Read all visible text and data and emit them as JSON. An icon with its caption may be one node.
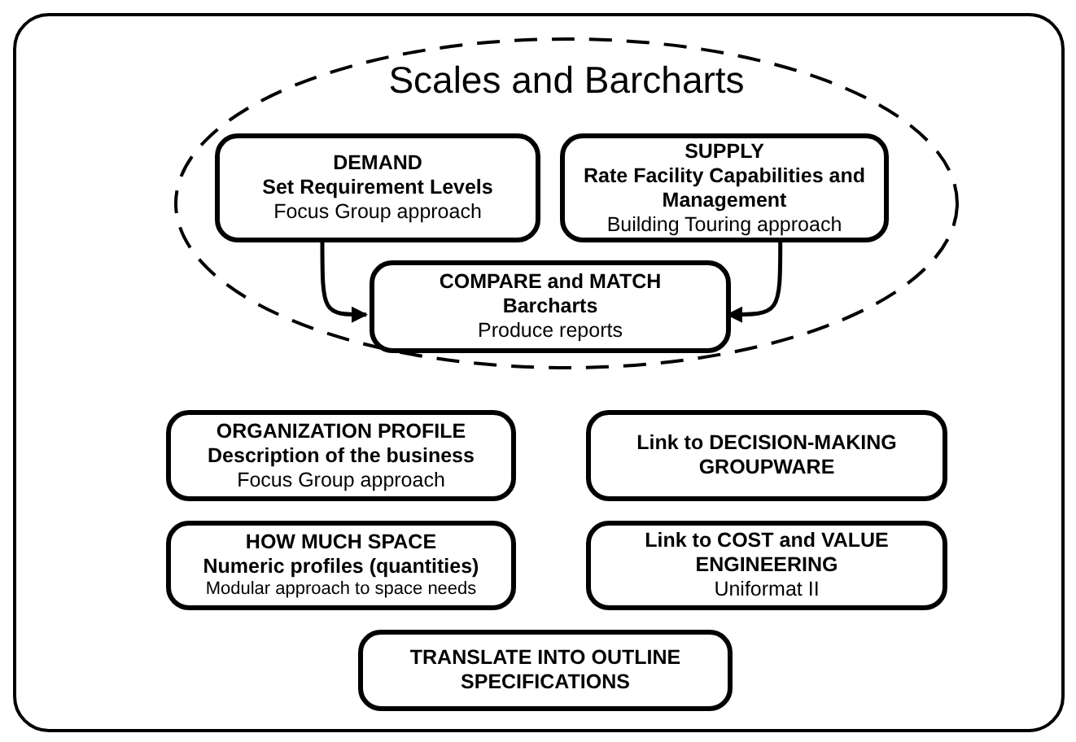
{
  "diagram": {
    "nodes": [
      {
        "text": [],
        "shape": "box"
      },
      {
        "text": [
          "Scales and Barcharts"
        ],
        "in": 0
      },
      {
        "text": [
          "DEMAND",
          "Set Requirement Levels",
          "Focus Group approach"
        ],
        "in": 1
      },
      {
        "text": [
          "SUPPLY",
          "Rate Facility Capabilities and Management",
          "Building Touring approach"
        ],
        "in": 1
      },
      {
        "text": [
          "COMPARE and MATCH",
          "Barcharts",
          "Produce reports"
        ],
        "in": 1
      },
      {
        "text": [
          "ORGANIZATION PROFILE",
          "Description of the business",
          "Focus Group approach"
        ],
        "in": 0
      },
      {
        "text": [
          "Link to DECISION-MAKING GROUPWARE"
        ],
        "in": 0
      },
      {
        "text": [
          "HOW MUCH SPACE",
          "Numeric profiles (quantities)",
          "Modular approach to space needs"
        ],
        "in": 0
      },
      {
        "text": [
          "Link to COST and VALUE ENGINEERING",
          "Uniformat II"
        ],
        "in": 0
      },
      {
        "text": [
          "TRANSLATE INTO OUTLINE SPECIFICATIONS"
        ],
        "in": 0
      }
    ],
    "edges": [
      {
        "from": 2,
        "to": 4,
        "arrow": "to"
      },
      {
        "from": 3,
        "to": 4,
        "arrow": "to"
      }
    ]
  }
}
